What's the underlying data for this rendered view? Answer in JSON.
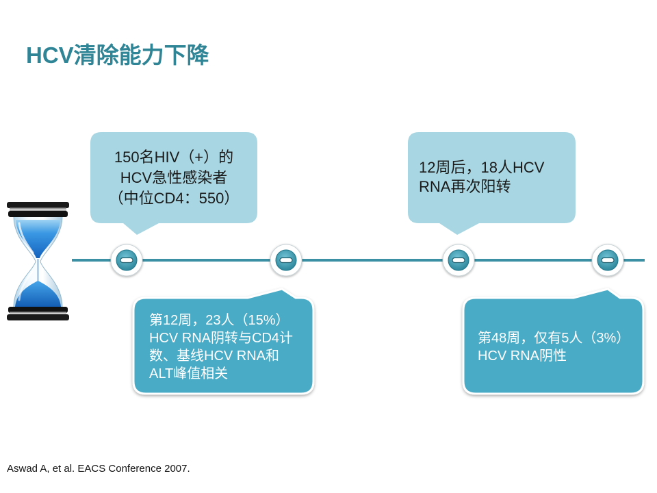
{
  "slide": {
    "title": "HCV清除能力下降",
    "citation": "Aswad A, et al. EACS Conference 2007."
  },
  "timeline": {
    "above": [
      {
        "lines": [
          "150名HIV（+）的",
          "HCV急性感染者",
          "（中位CD4：550）"
        ]
      },
      {
        "lines": [
          "12周后，18人HCV",
          "RNA再次阳转"
        ]
      }
    ],
    "below": [
      {
        "lines": [
          "第12周，23人（15%）",
          "HCV RNA阴转与CD4计",
          "数、基线HCV RNA和",
          "ALT峰值相关"
        ]
      },
      {
        "lines": [
          "第48周，仅有5人（3%）",
          "HCV RNA阴性"
        ]
      }
    ]
  },
  "icons": {
    "timer": "hourglass-icon",
    "milestone": "minus-circle-icon"
  },
  "colors": {
    "title": "#2F8496",
    "timeline": "#3C90A3",
    "callout_above_fill": "#A8D6E2",
    "callout_above_text": "#1A1A1A",
    "callout_below_fill": "#4AABC6",
    "callout_below_text": "#FFFFFF"
  }
}
